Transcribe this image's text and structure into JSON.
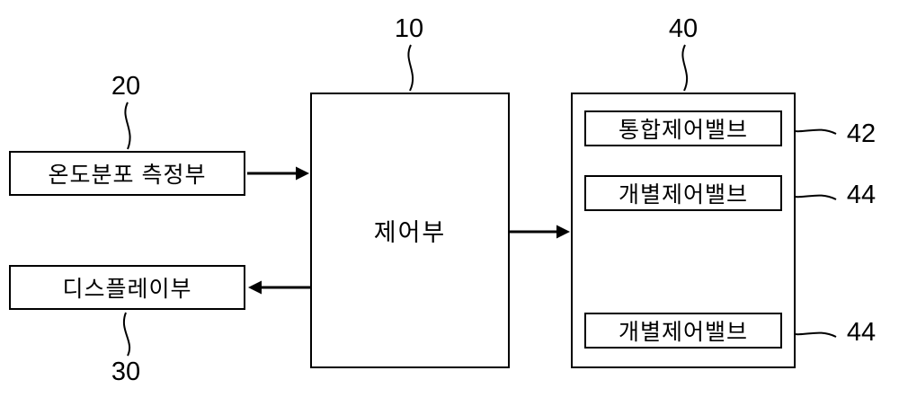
{
  "diagram": {
    "title": "control-system-block-diagram",
    "colors": {
      "background": "#ffffff",
      "line": "#000000",
      "text": "#000000"
    },
    "control_unit": {
      "label": "제어부",
      "ref": "10"
    },
    "temperature_unit": {
      "label": "온도분포 측정부",
      "ref": "20"
    },
    "display_unit": {
      "label": "디스플레이부",
      "ref": "30"
    },
    "valve_panel": {
      "ref": "40",
      "items": [
        {
          "label": "통합제어밸브",
          "ref": "42"
        },
        {
          "label": "개별제어밸브",
          "ref": "44"
        },
        {
          "label": "개별제어밸브",
          "ref": "44"
        }
      ],
      "ellipsis": "⋮"
    }
  }
}
